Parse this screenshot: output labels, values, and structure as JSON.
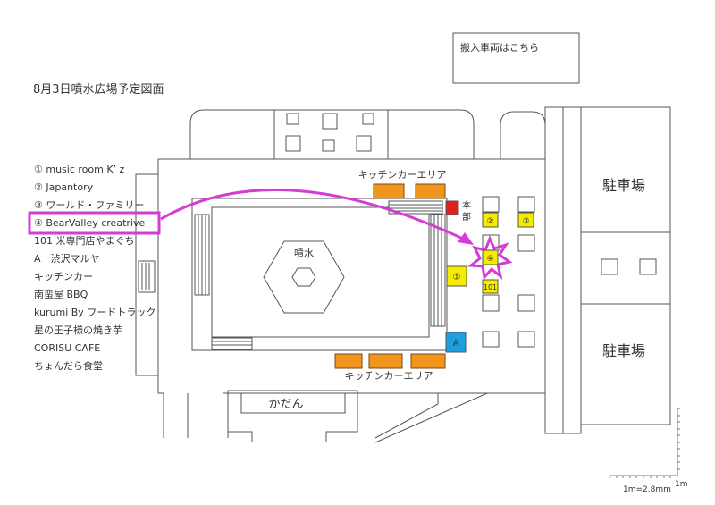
{
  "title": "8月3日噴水広場予定図面",
  "delivery_note": "搬入車両はこちら",
  "legend": [
    "① music room K’ z",
    "② Japantory",
    "③ ワールド・ファミリー",
    "④ BearValley creatrive",
    "101 米専門店やまぐち",
    "A　渋沢マルヤ",
    "キッチンカー",
    "南蛮屋 BBQ",
    "kurumi By フードトラック",
    "星の王子様の焼き芋",
    "CORISU CAFE",
    "ちょんだら食堂"
  ],
  "highlighted_legend_index": 3,
  "labels": {
    "fountain": "噴水",
    "kitchen_area_top": "キッチンカーエリア",
    "kitchen_area_bottom": "キッチンカーエリア",
    "hq_1": "本",
    "hq_2": "部",
    "flowerbed": "かだん",
    "parking_top": "駐車場",
    "parking_bottom": "駐車場",
    "booth_1": "①",
    "booth_2": "②",
    "booth_3": "③",
    "booth_4": "④",
    "booth_101": "101",
    "booth_a": "A"
  },
  "scale": {
    "label": "1m=2.8mm",
    "unit": "1m"
  },
  "colors": {
    "highlight": "#d63bd6",
    "kitchen": "#f0961e",
    "booth": "#f5ec00",
    "hq": "#e0201e",
    "booth_a": "#1e9fe0"
  }
}
